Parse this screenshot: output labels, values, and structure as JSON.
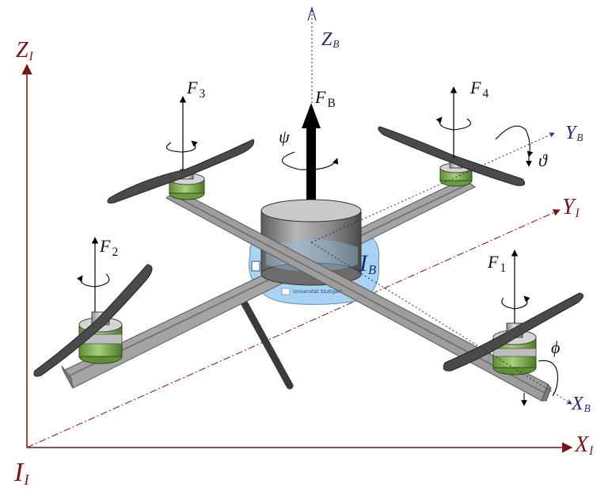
{
  "inertial_frame": {
    "origin": {
      "main": "I",
      "sub": "I"
    },
    "x_axis": {
      "main": "X",
      "sub": "I"
    },
    "y_axis": {
      "main": "Y",
      "sub": "I"
    },
    "z_axis": {
      "main": "Z",
      "sub": "I"
    }
  },
  "body_frame": {
    "origin": {
      "main": "I",
      "sub": "B"
    },
    "x_axis": {
      "main": "X",
      "sub": "B"
    },
    "y_axis": {
      "main": "Y",
      "sub": "B"
    },
    "z_axis": {
      "main": "Z",
      "sub": "B"
    }
  },
  "forces": {
    "body": {
      "main": "F",
      "sub": "B"
    },
    "f1": {
      "main": "F",
      "sub": "1"
    },
    "f2": {
      "main": "F",
      "sub": "2"
    },
    "f3": {
      "main": "F",
      "sub": "3"
    },
    "f4": {
      "main": "F",
      "sub": "4"
    }
  },
  "angles": {
    "yaw": "ψ",
    "pitch": "ϑ",
    "roll": "ϕ"
  },
  "logo_text": "Universität Stuttgart",
  "colors": {
    "inertial": "#7a1414",
    "body": "#1f2a6e",
    "arm": "#9a9a9a",
    "motor_green": "#7fb24d",
    "propeller": "#4a4a4a",
    "plate": "#a9d3f2"
  }
}
